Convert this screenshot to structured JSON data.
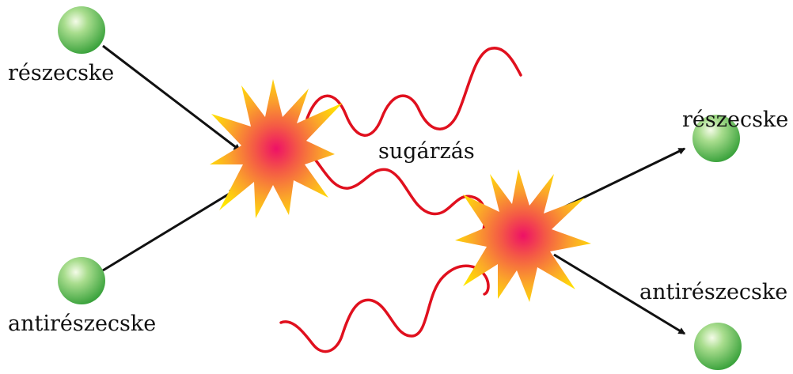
{
  "labels": {
    "particle_in": "részecske",
    "antiparticle_in": "antirészecske",
    "radiation": "sugárzás",
    "particle_out": "részecske",
    "antiparticle_out": "antirészecske"
  },
  "colors": {
    "particle": "#5cc24a",
    "wave": "#e0101e",
    "arrow": "#111111",
    "burst_outer": "#ffe100",
    "burst_core": "#ee1166"
  }
}
